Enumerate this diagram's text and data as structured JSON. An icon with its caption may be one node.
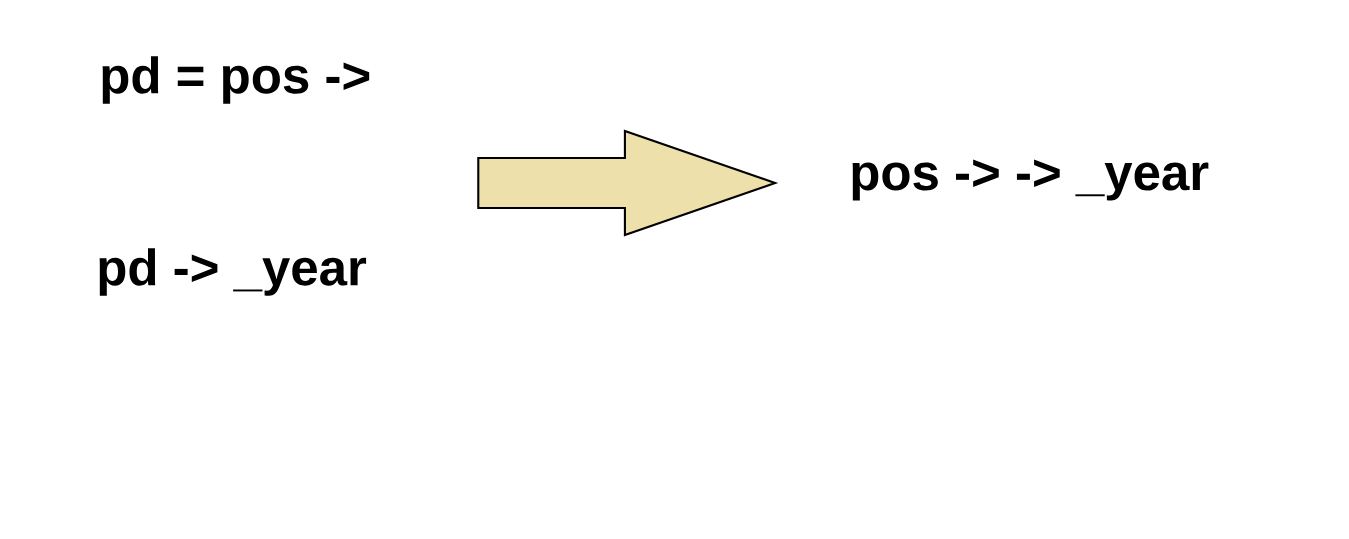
{
  "diagram": {
    "nodes": [
      {
        "text": [
          "pd = pos ->"
        ]
      },
      {
        "text": [
          "pd -> _year"
        ]
      },
      {
        "text": [
          "pos -> -> _year"
        ]
      }
    ],
    "edges": [
      {
        "from": 0,
        "to": 2,
        "arrow": "to"
      },
      {
        "from": 1,
        "to": 2,
        "arrow": "to"
      }
    ]
  }
}
